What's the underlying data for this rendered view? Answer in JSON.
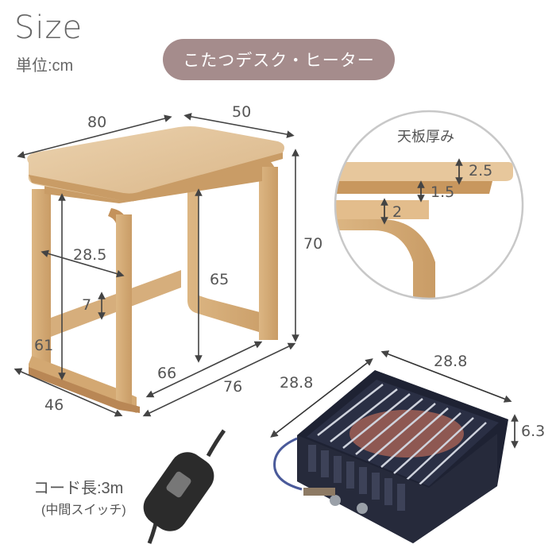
{
  "header": {
    "title": "Size",
    "unit": "単位:cm",
    "category_label": "こたつデスク・ヒーター"
  },
  "desk": {
    "width": "80",
    "depth": "50",
    "height": "70",
    "inner_depth": "28.5",
    "leg_height": "65",
    "rail": "7",
    "inner_height": "61",
    "side_depth": "46",
    "bottom_span": "66",
    "bottom_width": "76"
  },
  "thickness_callout": {
    "title": "天板厚み",
    "top": "2.5",
    "middle": "1.5",
    "bottom": "2"
  },
  "heater": {
    "left_dim": "28.8",
    "right_dim": "28.8",
    "height": "6.3",
    "cord_length": "コード長:3m",
    "switch_note": "(中間スイッチ)"
  },
  "colors": {
    "wood_light": "#e3c49c",
    "wood_mid": "#d3ad7d",
    "wood_dark": "#b98b58",
    "pill_bg": "#a58c8c",
    "heater_frame": "#1e2233",
    "heater_glow": "#e07a5f"
  }
}
